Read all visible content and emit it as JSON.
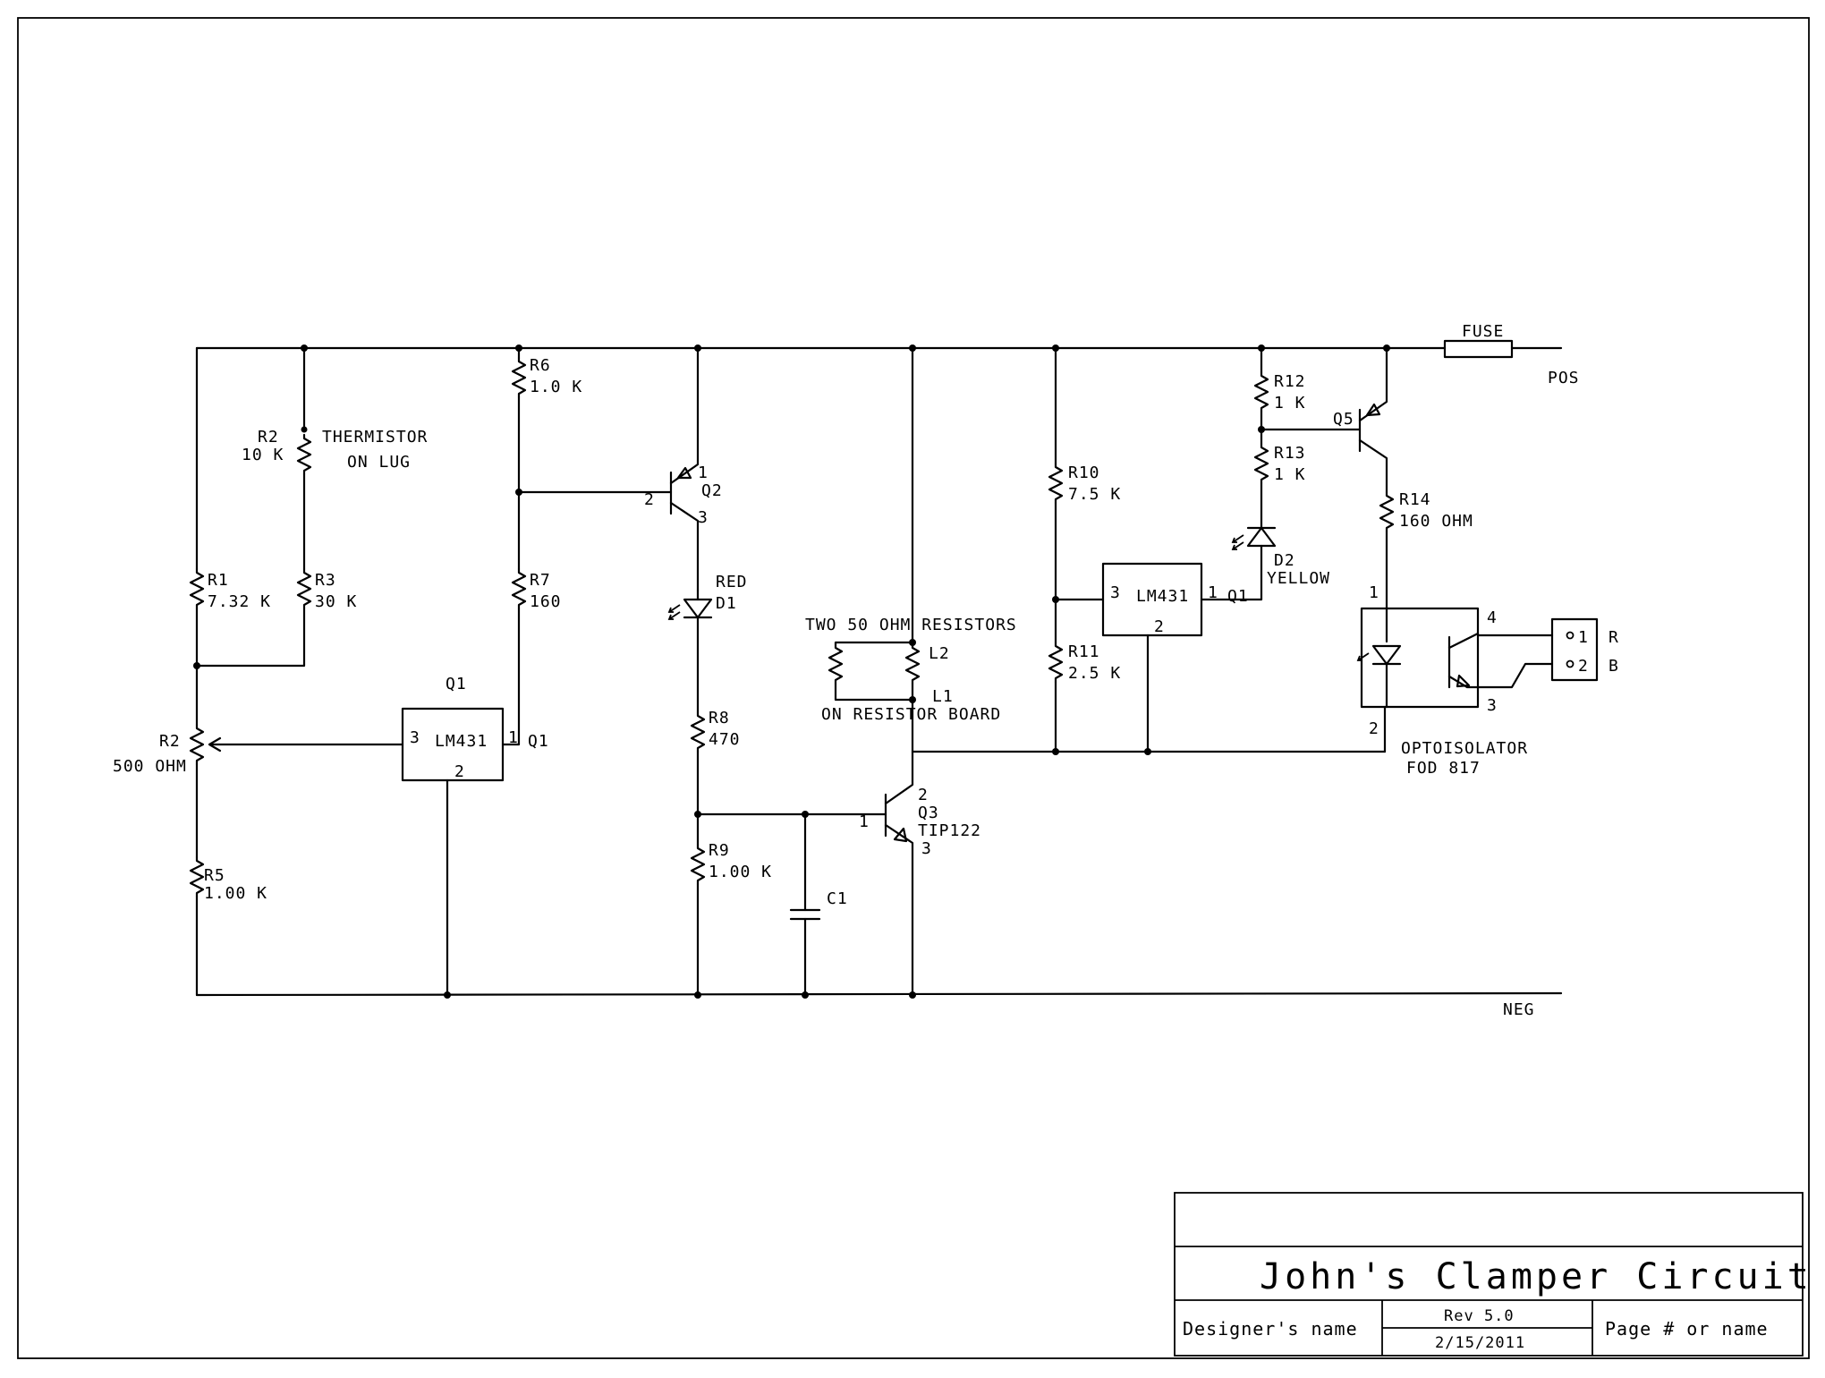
{
  "labels": {
    "fuse": "FUSE",
    "pos": "POS",
    "neg": "NEG",
    "r2_name": "R2",
    "r2_val": "10 K",
    "thermistor": "THERMISTOR",
    "on_lug": "ON LUG",
    "r1_name": "R1",
    "r1_val": "7.32 K",
    "r3_name": "R3",
    "r3_val": "30 K",
    "pot_name": "R2",
    "pot_val": "500 OHM",
    "r5_name": "R5",
    "r5_val": "1.00 K",
    "q1_top": "Q1",
    "q1_ic": "LM431",
    "q1_pin3": "3",
    "q1_pin1": "1",
    "q1_pin2": "2",
    "q1_right": "Q1",
    "r6_name": "R6",
    "r6_val": "1.0 K",
    "r7_name": "R7",
    "r7_val": "160",
    "q2_name": "Q2",
    "q2_pin1": "1",
    "q2_pin2": "2",
    "q2_pin3": "3",
    "red": "RED",
    "d1": "D1",
    "r8_name": "R8",
    "r8_val": "470",
    "r9_name": "R9",
    "r9_val": "1.00 K",
    "c1": "C1",
    "two_res": "TWO 50 OHM RESISTORS",
    "l2": "L2",
    "l1": "L1",
    "on_board": "ON RESISTOR BOARD",
    "q3_name": "Q3",
    "q3_part": "TIP122",
    "q3_pin1": "1",
    "q3_pin2": "2",
    "q3_pin3": "3",
    "r10_name": "R10",
    "r10_val": "7.5 K",
    "r11_name": "R11",
    "r11_val": "2.5 K",
    "u2_ic": "LM431",
    "u2_pin3": "3",
    "u2_pin1": "1",
    "u2_pin2": "2",
    "u2_right": "Q1",
    "r12_name": "R12",
    "r12_val": "1 K",
    "r13_name": "R13",
    "r13_val": "1 K",
    "q5_name": "Q5",
    "d2": "D2",
    "yellow": "YELLOW",
    "r14_name": "R14",
    "r14_val": "160 OHM",
    "opto_pin1": "1",
    "opto_pin2": "2",
    "opto_pin3": "3",
    "opto_pin4": "4",
    "optoisolator": "OPTOISOLATOR",
    "fod": "FOD 817",
    "conn_1": "1",
    "conn_2": "2",
    "conn_r": "R",
    "conn_b": "B"
  },
  "title_block": {
    "title": "John's Clamper Circuit",
    "designer": "Designer's name",
    "rev": "Rev 5.0",
    "date": "2/15/2011",
    "page": "Page # or name"
  }
}
